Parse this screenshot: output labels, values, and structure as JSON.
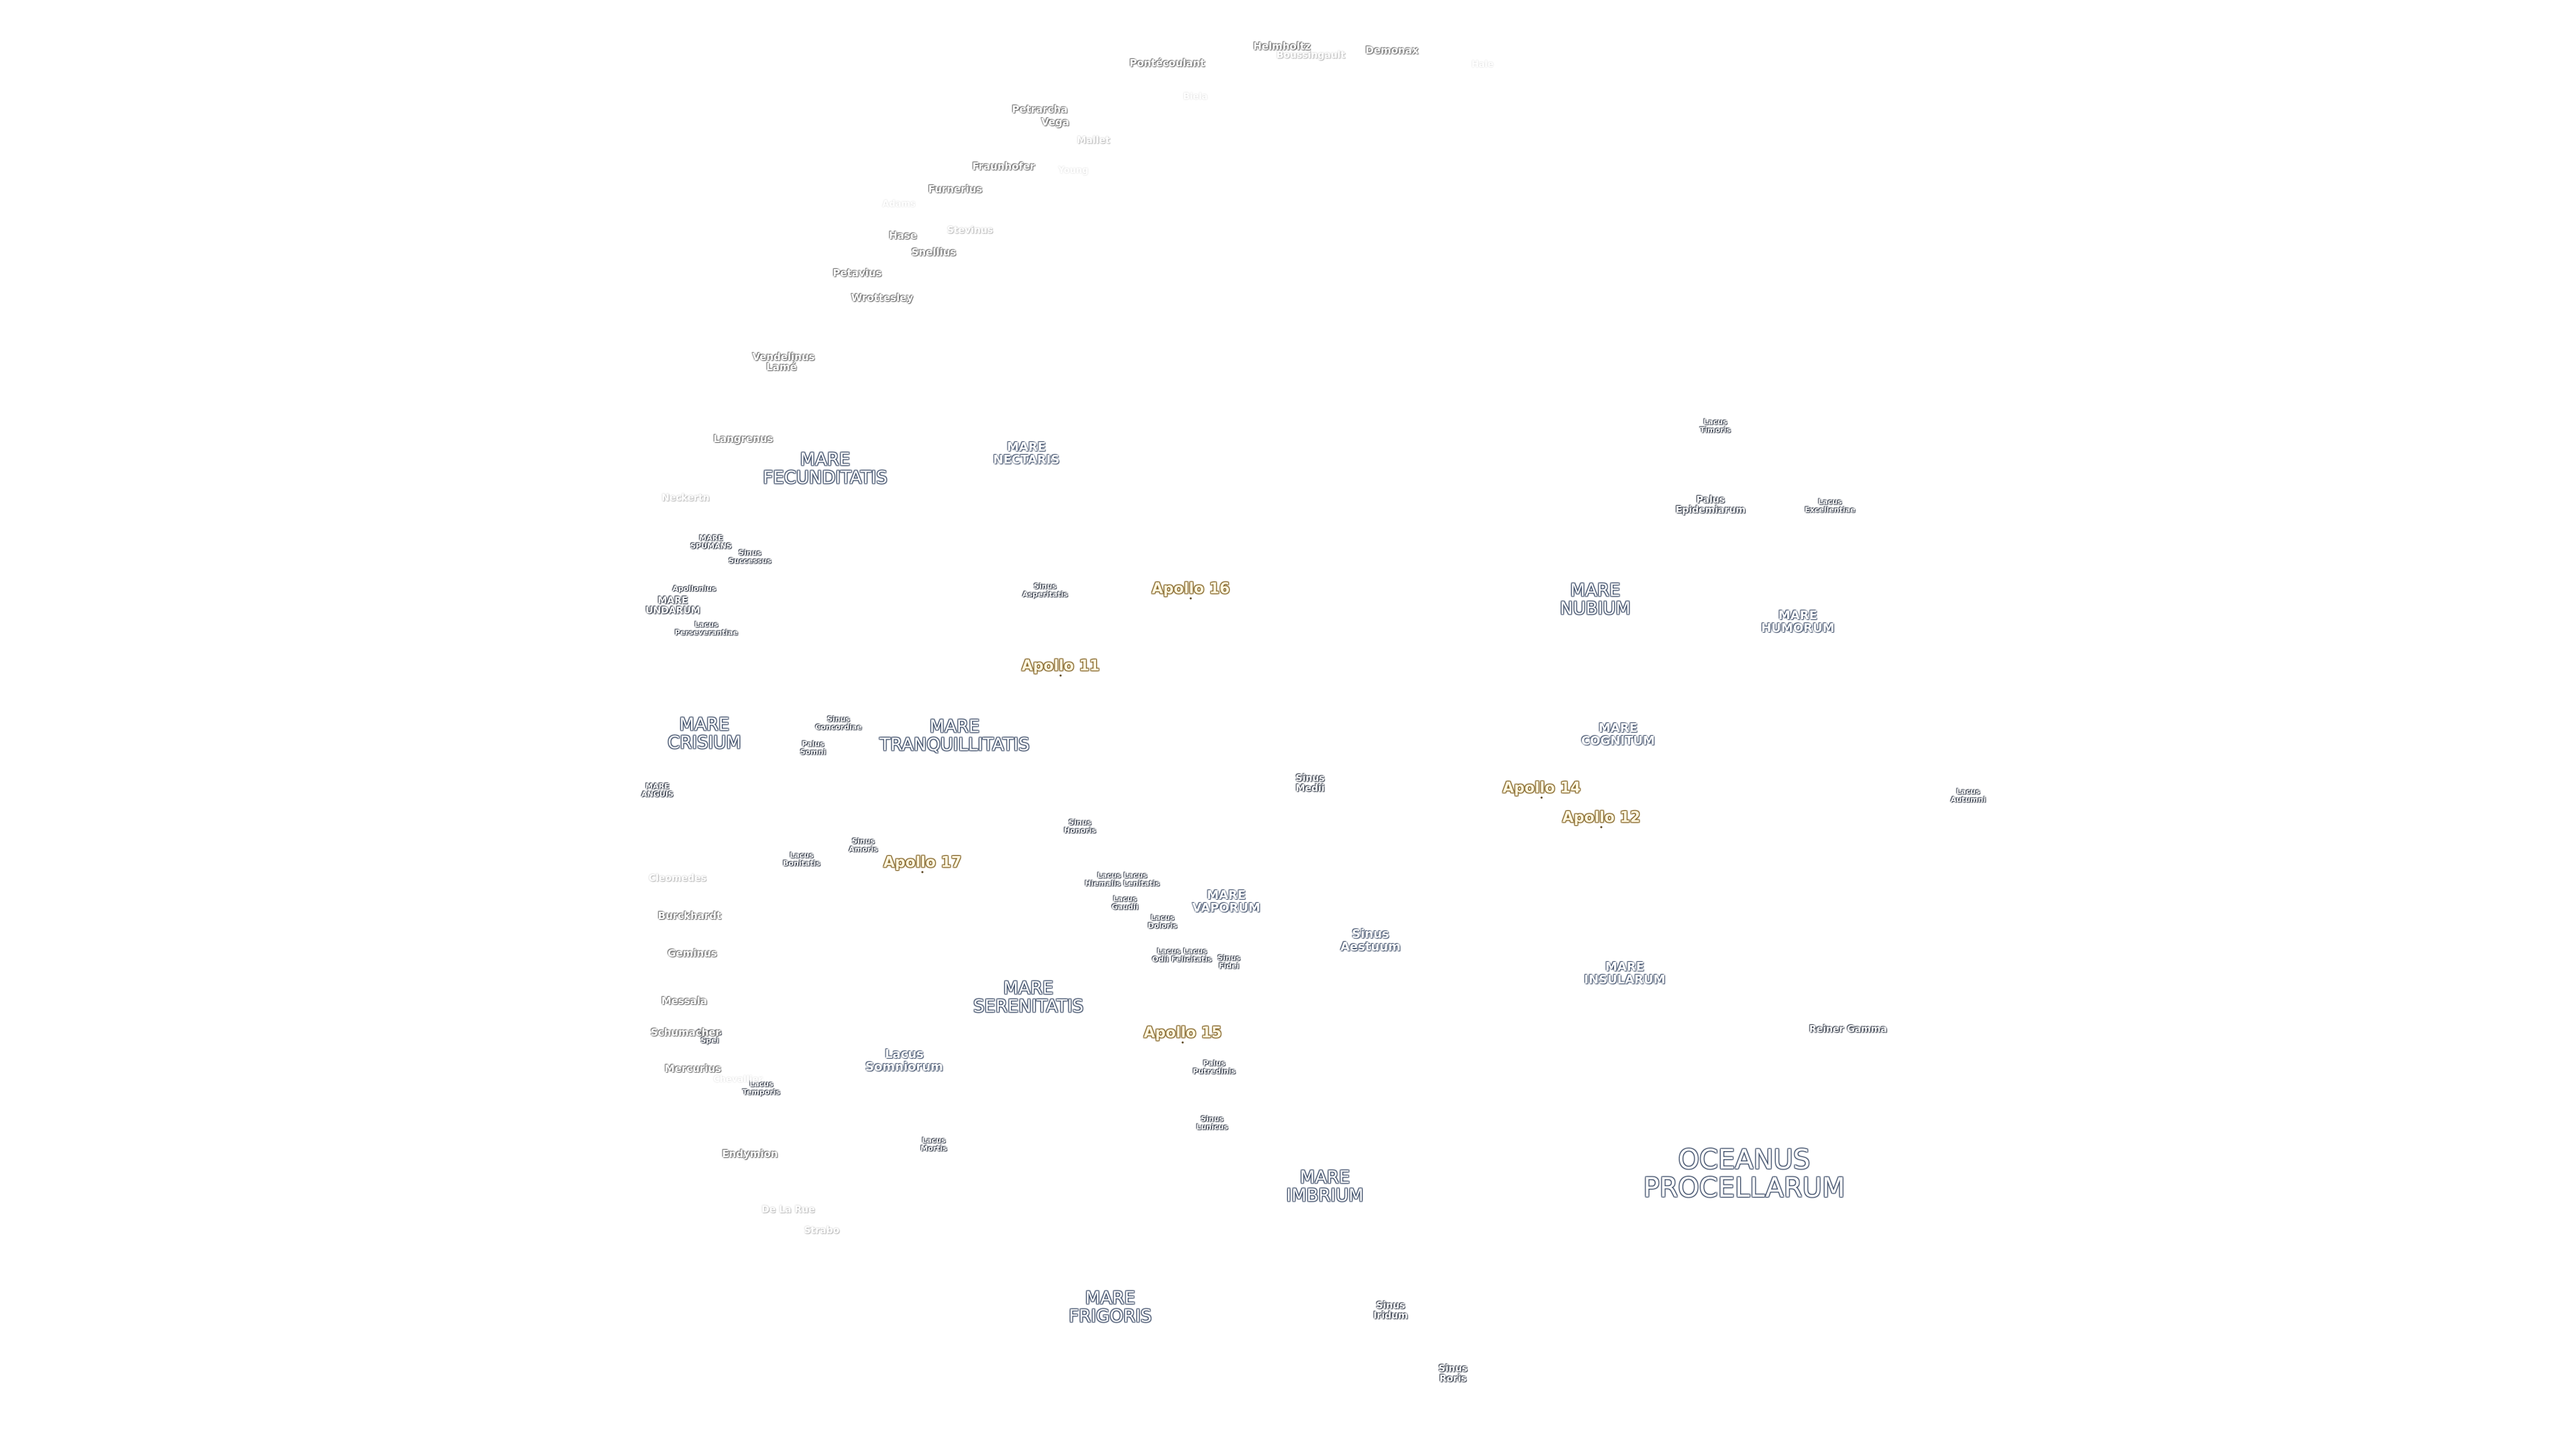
{
  "colors": {
    "background": "#ffffff",
    "mare_outline": "#3a4a66",
    "crater_outline": "#6b6b6b",
    "apollo_outline": "#7a5a1a"
  },
  "labels": [
    {
      "id": "oceanus-procellarum",
      "kind": "mare-lg",
      "lines": [
        "OCEANUS",
        "PROCELLARUM"
      ]
    },
    {
      "id": "mare-frigoris",
      "kind": "mare",
      "lines": [
        "MARE",
        "FRIGORIS"
      ]
    },
    {
      "id": "mare-imbrium",
      "kind": "mare",
      "lines": [
        "MARE",
        "IMBRIUM"
      ]
    },
    {
      "id": "mare-serenitatis",
      "kind": "mare",
      "lines": [
        "MARE",
        "SERENITATIS"
      ]
    },
    {
      "id": "mare-tranquillitatis",
      "kind": "mare",
      "lines": [
        "MARE",
        "TRANQUILLITATIS"
      ]
    },
    {
      "id": "mare-crisium",
      "kind": "mare",
      "lines": [
        "MARE",
        "CRISIUM"
      ]
    },
    {
      "id": "mare-fecunditatis",
      "kind": "mare",
      "lines": [
        "MARE",
        "FECUNDITATIS"
      ]
    },
    {
      "id": "mare-nectaris",
      "kind": "mare-sm",
      "lines": [
        "MARE",
        "NECTARIS"
      ]
    },
    {
      "id": "mare-nubium",
      "kind": "mare",
      "lines": [
        "MARE",
        "NUBIUM"
      ]
    },
    {
      "id": "mare-humorum",
      "kind": "mare-sm",
      "lines": [
        "MARE",
        "HUMORUM"
      ]
    },
    {
      "id": "mare-cognitum",
      "kind": "mare-sm",
      "lines": [
        "MARE",
        "COGNITUM"
      ]
    },
    {
      "id": "mare-insularum",
      "kind": "mare-sm",
      "lines": [
        "MARE",
        "INSULARUM"
      ]
    },
    {
      "id": "mare-vaporum",
      "kind": "mare-sm",
      "lines": [
        "MARE",
        "VAPORUM"
      ]
    },
    {
      "id": "mare-anguis",
      "kind": "tiny",
      "lines": [
        "MARE",
        "ANGUIS"
      ]
    },
    {
      "id": "mare-spumans",
      "kind": "tiny",
      "lines": [
        "MARE",
        "SPUMANS"
      ]
    },
    {
      "id": "mare-undarum",
      "kind": "minor",
      "lines": [
        "MARE",
        "UNDARUM"
      ]
    },
    {
      "id": "lacus-somniorum",
      "kind": "mare-sm",
      "lines": [
        "Lacus",
        "Somniorum"
      ]
    },
    {
      "id": "sinus-aestuum",
      "kind": "mare-sm",
      "lines": [
        "Sinus",
        "Aestuum"
      ]
    },
    {
      "id": "sinus-iridum",
      "kind": "minor",
      "lines": [
        "Sinus",
        "Iridum"
      ]
    },
    {
      "id": "sinus-roris",
      "kind": "minor",
      "lines": [
        "Sinus",
        "Roris"
      ]
    },
    {
      "id": "sinus-medii",
      "kind": "minor",
      "lines": [
        "Sinus",
        "Medii"
      ]
    },
    {
      "id": "palus-epidemiarum",
      "kind": "minor",
      "lines": [
        "Palus",
        "Epidemiarum"
      ]
    },
    {
      "id": "lacus-excellentiae",
      "kind": "tiny",
      "lines": [
        "Lacus",
        "Excellentiae"
      ]
    },
    {
      "id": "lacus-timoris",
      "kind": "tiny",
      "lines": [
        "Lacus",
        "Timoris"
      ]
    },
    {
      "id": "lacus-autumni",
      "kind": "tiny",
      "lines": [
        "Lacus",
        "Autumni"
      ]
    },
    {
      "id": "sinus-asperitatis",
      "kind": "tiny",
      "lines": [
        "Sinus",
        "Asperitatis"
      ]
    },
    {
      "id": "sinus-concordiae",
      "kind": "tiny",
      "lines": [
        "Sinus",
        "Concordiae"
      ]
    },
    {
      "id": "palus-somni",
      "kind": "tiny",
      "lines": [
        "Palus",
        "Somni"
      ]
    },
    {
      "id": "sinus-amoris",
      "kind": "tiny",
      "lines": [
        "Sinus",
        "Amoris"
      ]
    },
    {
      "id": "lacus-bonitatis",
      "kind": "tiny",
      "lines": [
        "Lacus",
        "Bonitatis"
      ]
    },
    {
      "id": "sinus-honoris",
      "kind": "tiny",
      "lines": [
        "Sinus",
        "Honoris"
      ]
    },
    {
      "id": "lacus-lenitatis",
      "kind": "tiny",
      "lines": [
        "Lacus Lacus",
        "Hiemalis Lenitatis"
      ]
    },
    {
      "id": "lacus-gaudii",
      "kind": "tiny",
      "lines": [
        "Lacus",
        "Gaudii"
      ]
    },
    {
      "id": "lacus-doloris",
      "kind": "tiny",
      "lines": [
        "Lacus",
        "Doloris"
      ]
    },
    {
      "id": "lacus-odii",
      "kind": "tiny",
      "lines": [
        "Lacus Lacus",
        "Odii Felicitatis"
      ]
    },
    {
      "id": "sinus-fidei",
      "kind": "tiny",
      "lines": [
        "Sinus",
        "Fidei"
      ]
    },
    {
      "id": "palus-putredinis",
      "kind": "tiny",
      "lines": [
        "Palus",
        "Putredinis"
      ]
    },
    {
      "id": "sinus-lunicus",
      "kind": "tiny",
      "lines": [
        "Sinus",
        "Lunicus"
      ]
    },
    {
      "id": "lacus-mortis",
      "kind": "tiny",
      "lines": [
        "Lacus",
        "Mortis"
      ]
    },
    {
      "id": "lacus-temporis",
      "kind": "tiny",
      "lines": [
        "Lacus",
        "Temporis"
      ]
    },
    {
      "id": "lacus-spei",
      "kind": "tiny",
      "lines": [
        "Lacus",
        "Spei"
      ]
    },
    {
      "id": "sinus-successus",
      "kind": "tiny",
      "lines": [
        "Sinus",
        "Successus"
      ]
    },
    {
      "id": "lacus-perseverantiae",
      "kind": "tiny",
      "lines": [
        "Lacus",
        "Perseverantiae"
      ]
    },
    {
      "id": "apollonius",
      "kind": "tiny",
      "lines": [
        "Apollonius"
      ]
    },
    {
      "id": "reiner-gamma",
      "kind": "minor",
      "lines": [
        "Reiner Gamma"
      ]
    },
    {
      "id": "helmholtz",
      "kind": "crater",
      "lines": [
        "Helmholtz"
      ]
    },
    {
      "id": "boussingault",
      "kind": "crater-faint",
      "lines": [
        "Boussingault"
      ]
    },
    {
      "id": "demonax",
      "kind": "crater",
      "lines": [
        "Demonax"
      ]
    },
    {
      "id": "hale",
      "kind": "crater-xfaint",
      "lines": [
        "Hale"
      ]
    },
    {
      "id": "pontecoulant",
      "kind": "crater",
      "lines": [
        "Pontécoulant"
      ]
    },
    {
      "id": "biela",
      "kind": "crater-xfaint",
      "lines": [
        "Biela"
      ]
    },
    {
      "id": "petrarcha",
      "kind": "crater",
      "lines": [
        "Petrarcha"
      ]
    },
    {
      "id": "vega",
      "kind": "crater",
      "lines": [
        "Vega"
      ]
    },
    {
      "id": "mallet",
      "kind": "crater-faint",
      "lines": [
        "Mallet"
      ]
    },
    {
      "id": "fraunhofer",
      "kind": "crater",
      "lines": [
        "Fraunhofer"
      ]
    },
    {
      "id": "young",
      "kind": "crater-xfaint",
      "lines": [
        "Young"
      ]
    },
    {
      "id": "furnerius",
      "kind": "crater",
      "lines": [
        "Furnerius"
      ]
    },
    {
      "id": "adams",
      "kind": "crater-xfaint",
      "lines": [
        "Adams"
      ]
    },
    {
      "id": "stevinus",
      "kind": "crater-faint",
      "lines": [
        "Stevinus"
      ]
    },
    {
      "id": "hase",
      "kind": "crater",
      "lines": [
        "Hase"
      ]
    },
    {
      "id": "snellius",
      "kind": "crater",
      "lines": [
        "Snellius"
      ]
    },
    {
      "id": "petavius",
      "kind": "crater",
      "lines": [
        "Petavius"
      ]
    },
    {
      "id": "wrottesley",
      "kind": "crater",
      "lines": [
        "Wrottesley"
      ]
    },
    {
      "id": "vendelinus",
      "kind": "crater",
      "lines": [
        "Vendelinus"
      ]
    },
    {
      "id": "lame",
      "kind": "crater",
      "lines": [
        "Lamé"
      ]
    },
    {
      "id": "langrenus",
      "kind": "crater",
      "lines": [
        "Langrenus"
      ]
    },
    {
      "id": "neckertn",
      "kind": "crater-faint",
      "lines": [
        "Neckertn"
      ]
    },
    {
      "id": "cleomedes",
      "kind": "crater-faint",
      "lines": [
        "Cleomedes"
      ]
    },
    {
      "id": "burckhardt",
      "kind": "crater",
      "lines": [
        "Burckhardt"
      ]
    },
    {
      "id": "geminus",
      "kind": "crater",
      "lines": [
        "Geminus"
      ]
    },
    {
      "id": "messala",
      "kind": "crater",
      "lines": [
        "Messala"
      ]
    },
    {
      "id": "schumacher",
      "kind": "crater",
      "lines": [
        "Schumacher"
      ]
    },
    {
      "id": "mercurius",
      "kind": "crater",
      "lines": [
        "Mercurius"
      ]
    },
    {
      "id": "chevallier",
      "kind": "crater-xfaint",
      "lines": [
        "Chevallier"
      ]
    },
    {
      "id": "endymion",
      "kind": "crater",
      "lines": [
        "Endymion"
      ]
    },
    {
      "id": "de-la-rue",
      "kind": "crater-faint",
      "lines": [
        "De La Rue"
      ]
    },
    {
      "id": "strabo",
      "kind": "crater-faint",
      "lines": [
        "Strabo"
      ]
    },
    {
      "id": "apollo-11",
      "kind": "apollo",
      "lines": [
        "Apollo 11"
      ]
    },
    {
      "id": "apollo-12",
      "kind": "apollo",
      "lines": [
        "Apollo 12"
      ]
    },
    {
      "id": "apollo-14",
      "kind": "apollo",
      "lines": [
        "Apollo 14"
      ]
    },
    {
      "id": "apollo-15",
      "kind": "apollo",
      "lines": [
        "Apollo 15"
      ]
    },
    {
      "id": "apollo-16",
      "kind": "apollo",
      "lines": [
        "Apollo 16"
      ]
    },
    {
      "id": "apollo-17",
      "kind": "apollo",
      "lines": [
        "Apollo 17"
      ]
    }
  ]
}
